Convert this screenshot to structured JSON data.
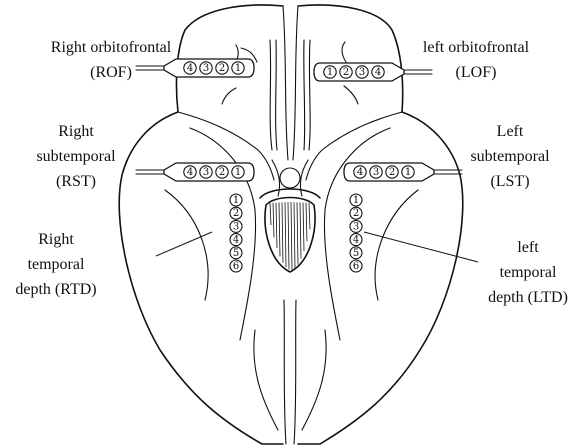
{
  "labels": {
    "rof": [
      "Right orbitofrontal",
      "(ROF)"
    ],
    "lof": [
      "left orbitofrontal",
      "(LOF)"
    ],
    "rst": [
      "Right",
      "subtemporal",
      "(RST)"
    ],
    "lst": [
      "Left",
      "subtemporal",
      "(LST)"
    ],
    "rtd": [
      "Right",
      "temporal",
      "depth (RTD)"
    ],
    "ltd": [
      "left",
      "temporal",
      "depth (LTD)"
    ]
  },
  "electrodes": {
    "rof_contacts": [
      "4",
      "3",
      "2",
      "1"
    ],
    "lof_contacts": [
      "1",
      "2",
      "3",
      "4"
    ],
    "rst_contacts": [
      "4",
      "3",
      "2",
      "1"
    ],
    "lst_contacts": [
      "4",
      "3",
      "2",
      "1"
    ],
    "rtd_contacts": [
      "1",
      "2",
      "3",
      "4",
      "5",
      "6"
    ],
    "ltd_contacts": [
      "1",
      "2",
      "3",
      "4",
      "5",
      "6"
    ]
  }
}
